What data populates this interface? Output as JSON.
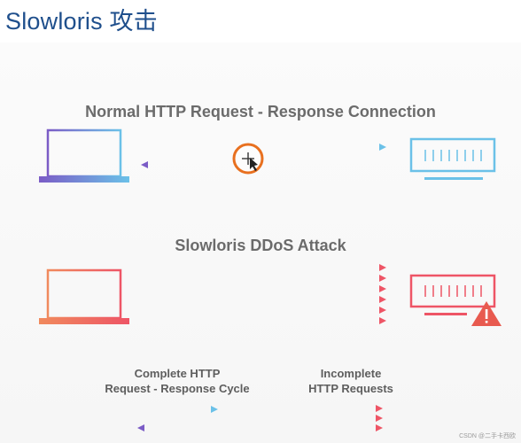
{
  "title": "Slowloris 攻击",
  "normal_section": {
    "heading": "Normal HTTP Request - Response Connection"
  },
  "attack_section": {
    "heading": "Slowloris DDoS Attack"
  },
  "legend": {
    "complete": {
      "line1": "Complete HTTP",
      "line2": "Request - Response Cycle"
    },
    "incomplete": {
      "line1": "Incomplete",
      "line2": "HTTP Requests"
    }
  },
  "watermark": "CSDN @二手卡西欧",
  "colors": {
    "title": "#1f4f8c",
    "normal_gradient_start": "#7b5cc6",
    "normal_gradient_end": "#6bc1e8",
    "attack_gradient_start": "#f08a5d",
    "attack_gradient_end": "#ee5566",
    "cursor_ring": "#e8701f",
    "warning": "#e85a4f"
  },
  "icons": {
    "normal_client": "laptop-icon",
    "normal_server": "server-icon",
    "attack_client": "laptop-icon",
    "attack_server": "server-icon",
    "warning": "warning-icon",
    "cursor": "move-cursor-icon"
  }
}
